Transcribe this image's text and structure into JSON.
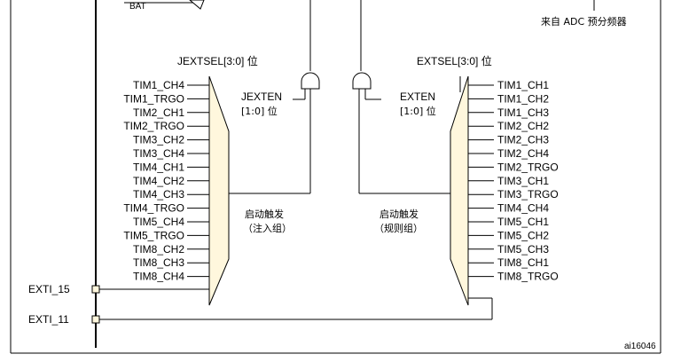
{
  "labels": {
    "bat": "BAT",
    "adc_prescaler": "来自 ADC 预分频器",
    "jextsel": "JEXTSEL[3:0] 位",
    "extsel": "EXTSEL[3:0] 位",
    "jexten": "JEXTEN",
    "jexten_bits": "[1:0] 位",
    "exten": "EXTEN",
    "exten_bits": "[1:0] 位",
    "start_trigger_injected": "启动触发",
    "injected_group": "（注入组）",
    "start_trigger_regular": "启动触发",
    "regular_group": "（规则组）",
    "exti15": "EXTI_15",
    "exti11": "EXTI_11",
    "figure_id": "ai16046"
  },
  "injected_inputs": [
    "TIM1_CH4",
    "TIM1_TRGO",
    "TIM2_CH1",
    "TIM2_TRGO",
    "TIM3_CH2",
    "TIM3_CH4",
    "TIM4_CH1",
    "TIM4_CH2",
    "TIM4_CH3",
    "TIM4_TRGO",
    "TIM5_CH4",
    "TIM5_TRGO",
    "TIM8_CH2",
    "TIM8_CH3",
    "TIM8_CH4"
  ],
  "regular_inputs": [
    "TIM1_CH1",
    "TIM1_CH2",
    "TIM1_CH3",
    "TIM2_CH2",
    "TIM2_CH3",
    "TIM2_CH4",
    "TIM2_TRGO",
    "TIM3_CH1",
    "TIM3_TRGO",
    "TIM4_CH4",
    "TIM5_CH1",
    "TIM5_CH2",
    "TIM5_CH3",
    "TIM8_CH1",
    "TIM8_TRGO"
  ]
}
